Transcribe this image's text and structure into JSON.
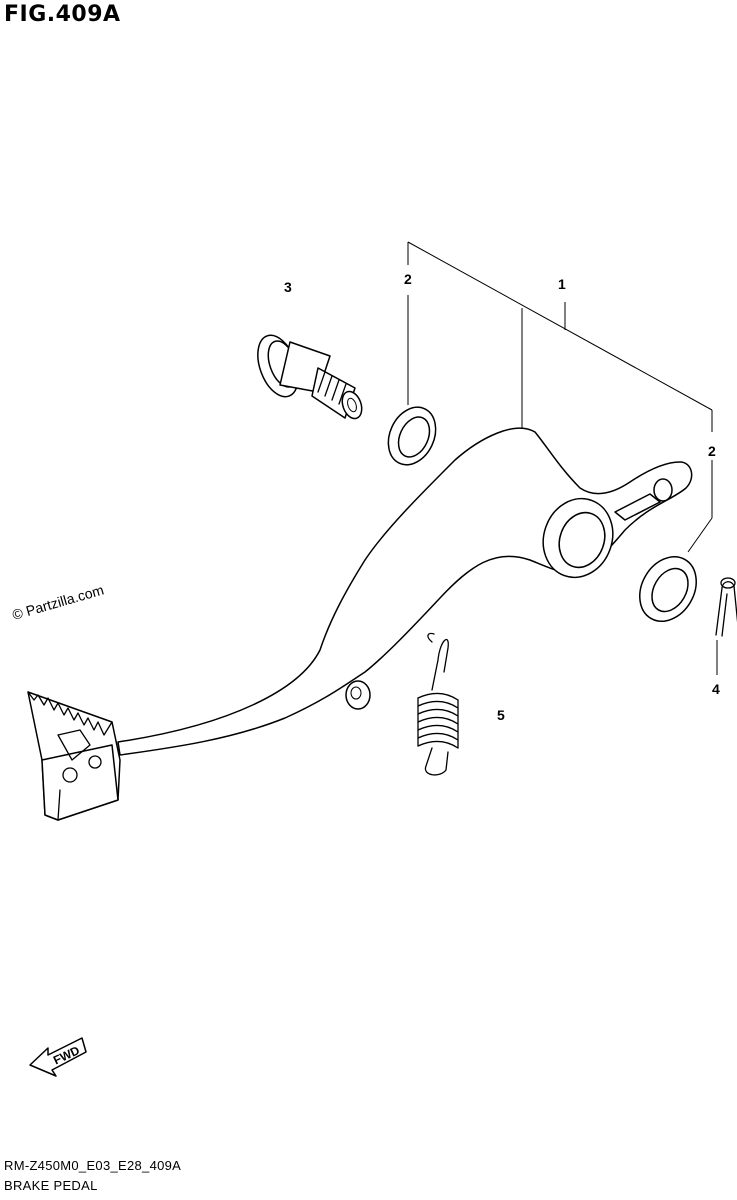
{
  "figure": {
    "title": "FIG.409A",
    "code": "RM-Z450M0_E03_E28_409A",
    "name": "BRAKE PEDAL",
    "watermark": "© Partzilla.com",
    "direction_label": "FWD"
  },
  "callouts": [
    {
      "id": "callout-1",
      "label": "1"
    },
    {
      "id": "callout-2-top",
      "label": "2"
    },
    {
      "id": "callout-2-right",
      "label": "2"
    },
    {
      "id": "callout-3",
      "label": "3"
    },
    {
      "id": "callout-4",
      "label": "4"
    },
    {
      "id": "callout-5",
      "label": "5"
    }
  ]
}
